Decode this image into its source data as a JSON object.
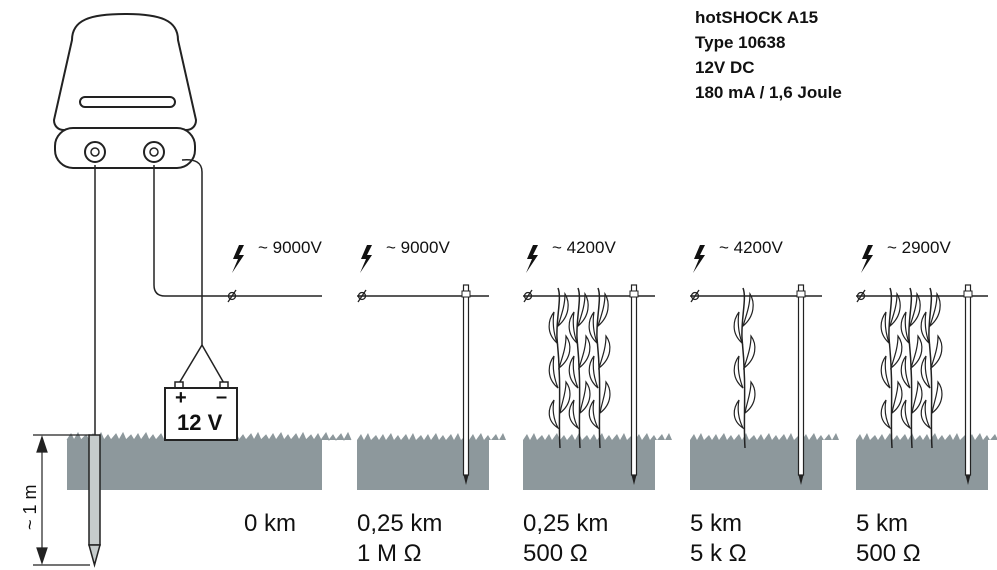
{
  "device": {
    "name": "hotSHOCK A15",
    "type": "Type 10638",
    "supply": "12V DC",
    "output": "180 mA / 1,6 Joule"
  },
  "battery": {
    "label": "12 V",
    "plus": "+",
    "minus": "–"
  },
  "ground_rod": {
    "depth_label": "~ 1 m"
  },
  "scenarios": [
    {
      "voltage": "~ 9000V",
      "distance": "0 km",
      "resistance": "",
      "vegetation": "none"
    },
    {
      "voltage": "~ 9000V",
      "distance": "0,25 km",
      "resistance": "1 M Ω",
      "vegetation": "none"
    },
    {
      "voltage": "~ 4200V",
      "distance": "0,25 km",
      "resistance": "500 Ω",
      "vegetation": "dense"
    },
    {
      "voltage": "~ 4200V",
      "distance": "5 km",
      "resistance": "5 k Ω",
      "vegetation": "light"
    },
    {
      "voltage": "~ 2900V",
      "distance": "5 km",
      "resistance": "500 Ω",
      "vegetation": "dense"
    }
  ],
  "colors": {
    "ground": "#8d989c",
    "line": "#222222",
    "energizer": "#ffffff"
  }
}
